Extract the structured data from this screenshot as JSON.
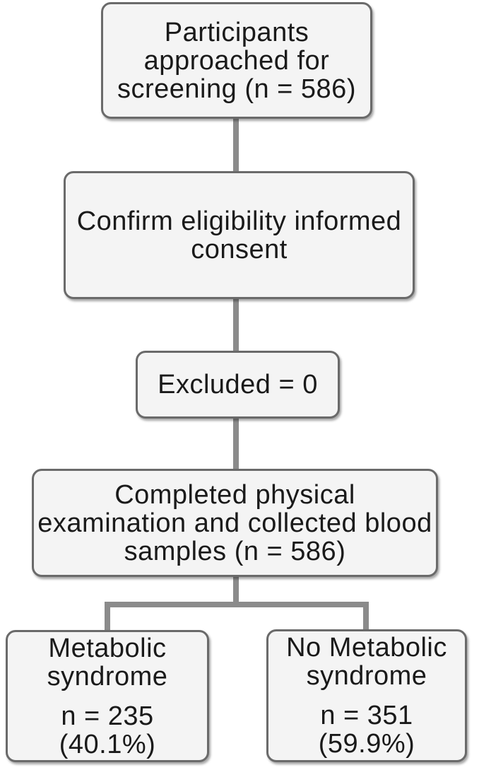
{
  "colors": {
    "box_fill": "#f4f4f4",
    "box_border": "#6a6a6a",
    "connector_color": "#8b8b8b",
    "text_color": "#1a1a1a"
  },
  "flowchart": {
    "nodes": {
      "approached": {
        "text": "Participants\napproached for\nscreening (n = 586)"
      },
      "consent": {
        "text": "Confirm eligibility informed\nconsent"
      },
      "excluded": {
        "text": "Excluded = 0"
      },
      "completed": {
        "text": "Completed physical\nexamination and collected blood\nsamples (n = 586)"
      },
      "metabolic": {
        "title": "Metabolic\nsyndrome",
        "stat": "n = 235\n(40.1%)"
      },
      "no_metabolic": {
        "title": "No Metabolic\nsyndrome",
        "stat": "n = 351\n(59.9%)"
      }
    }
  }
}
